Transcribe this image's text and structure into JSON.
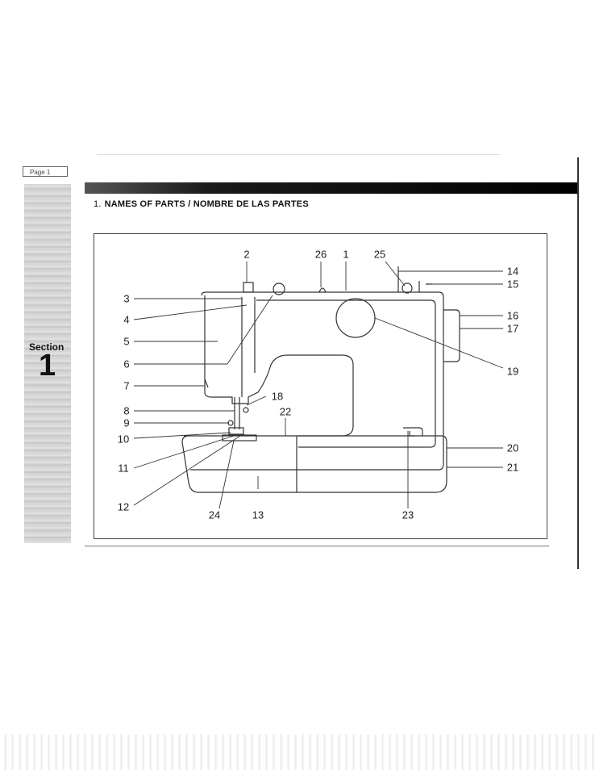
{
  "page_tag": "Page 1",
  "section": {
    "label": "Section",
    "number": "1"
  },
  "title": {
    "number": "1.",
    "text": "NAMES OF PARTS / NOMBRE DE LAS PARTES"
  },
  "callouts": {
    "n1": "1",
    "n2": "2",
    "n3": "3",
    "n4": "4",
    "n5": "5",
    "n6": "6",
    "n7": "7",
    "n8": "8",
    "n9": "9",
    "n10": "10",
    "n11": "11",
    "n12": "12",
    "n13": "13",
    "n14": "14",
    "n15": "15",
    "n16": "16",
    "n17": "17",
    "n18": "18",
    "n19": "19",
    "n20": "20",
    "n21": "21",
    "n22": "22",
    "n23": "23",
    "n24": "24",
    "n25": "25",
    "n26": "26"
  }
}
